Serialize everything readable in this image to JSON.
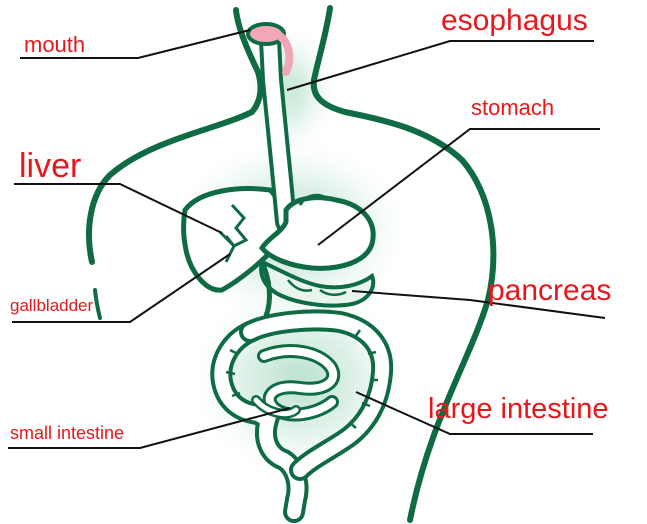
{
  "labels": {
    "mouth": "mouth",
    "esophagus": "esophagus",
    "stomach": "stomach",
    "liver": "liver",
    "gallbladder": "gallbladder",
    "pancreas": "pancreas",
    "large_intestine": "large intestine",
    "small_intestine": "small intestine"
  },
  "colors": {
    "label_text": "#e8171b",
    "outline": "#0f6b43",
    "organ_fill": "#ffffff",
    "glow": "#a8d9c3",
    "mouth_fill": "#f2a7b8",
    "leader_line": "#111111"
  }
}
